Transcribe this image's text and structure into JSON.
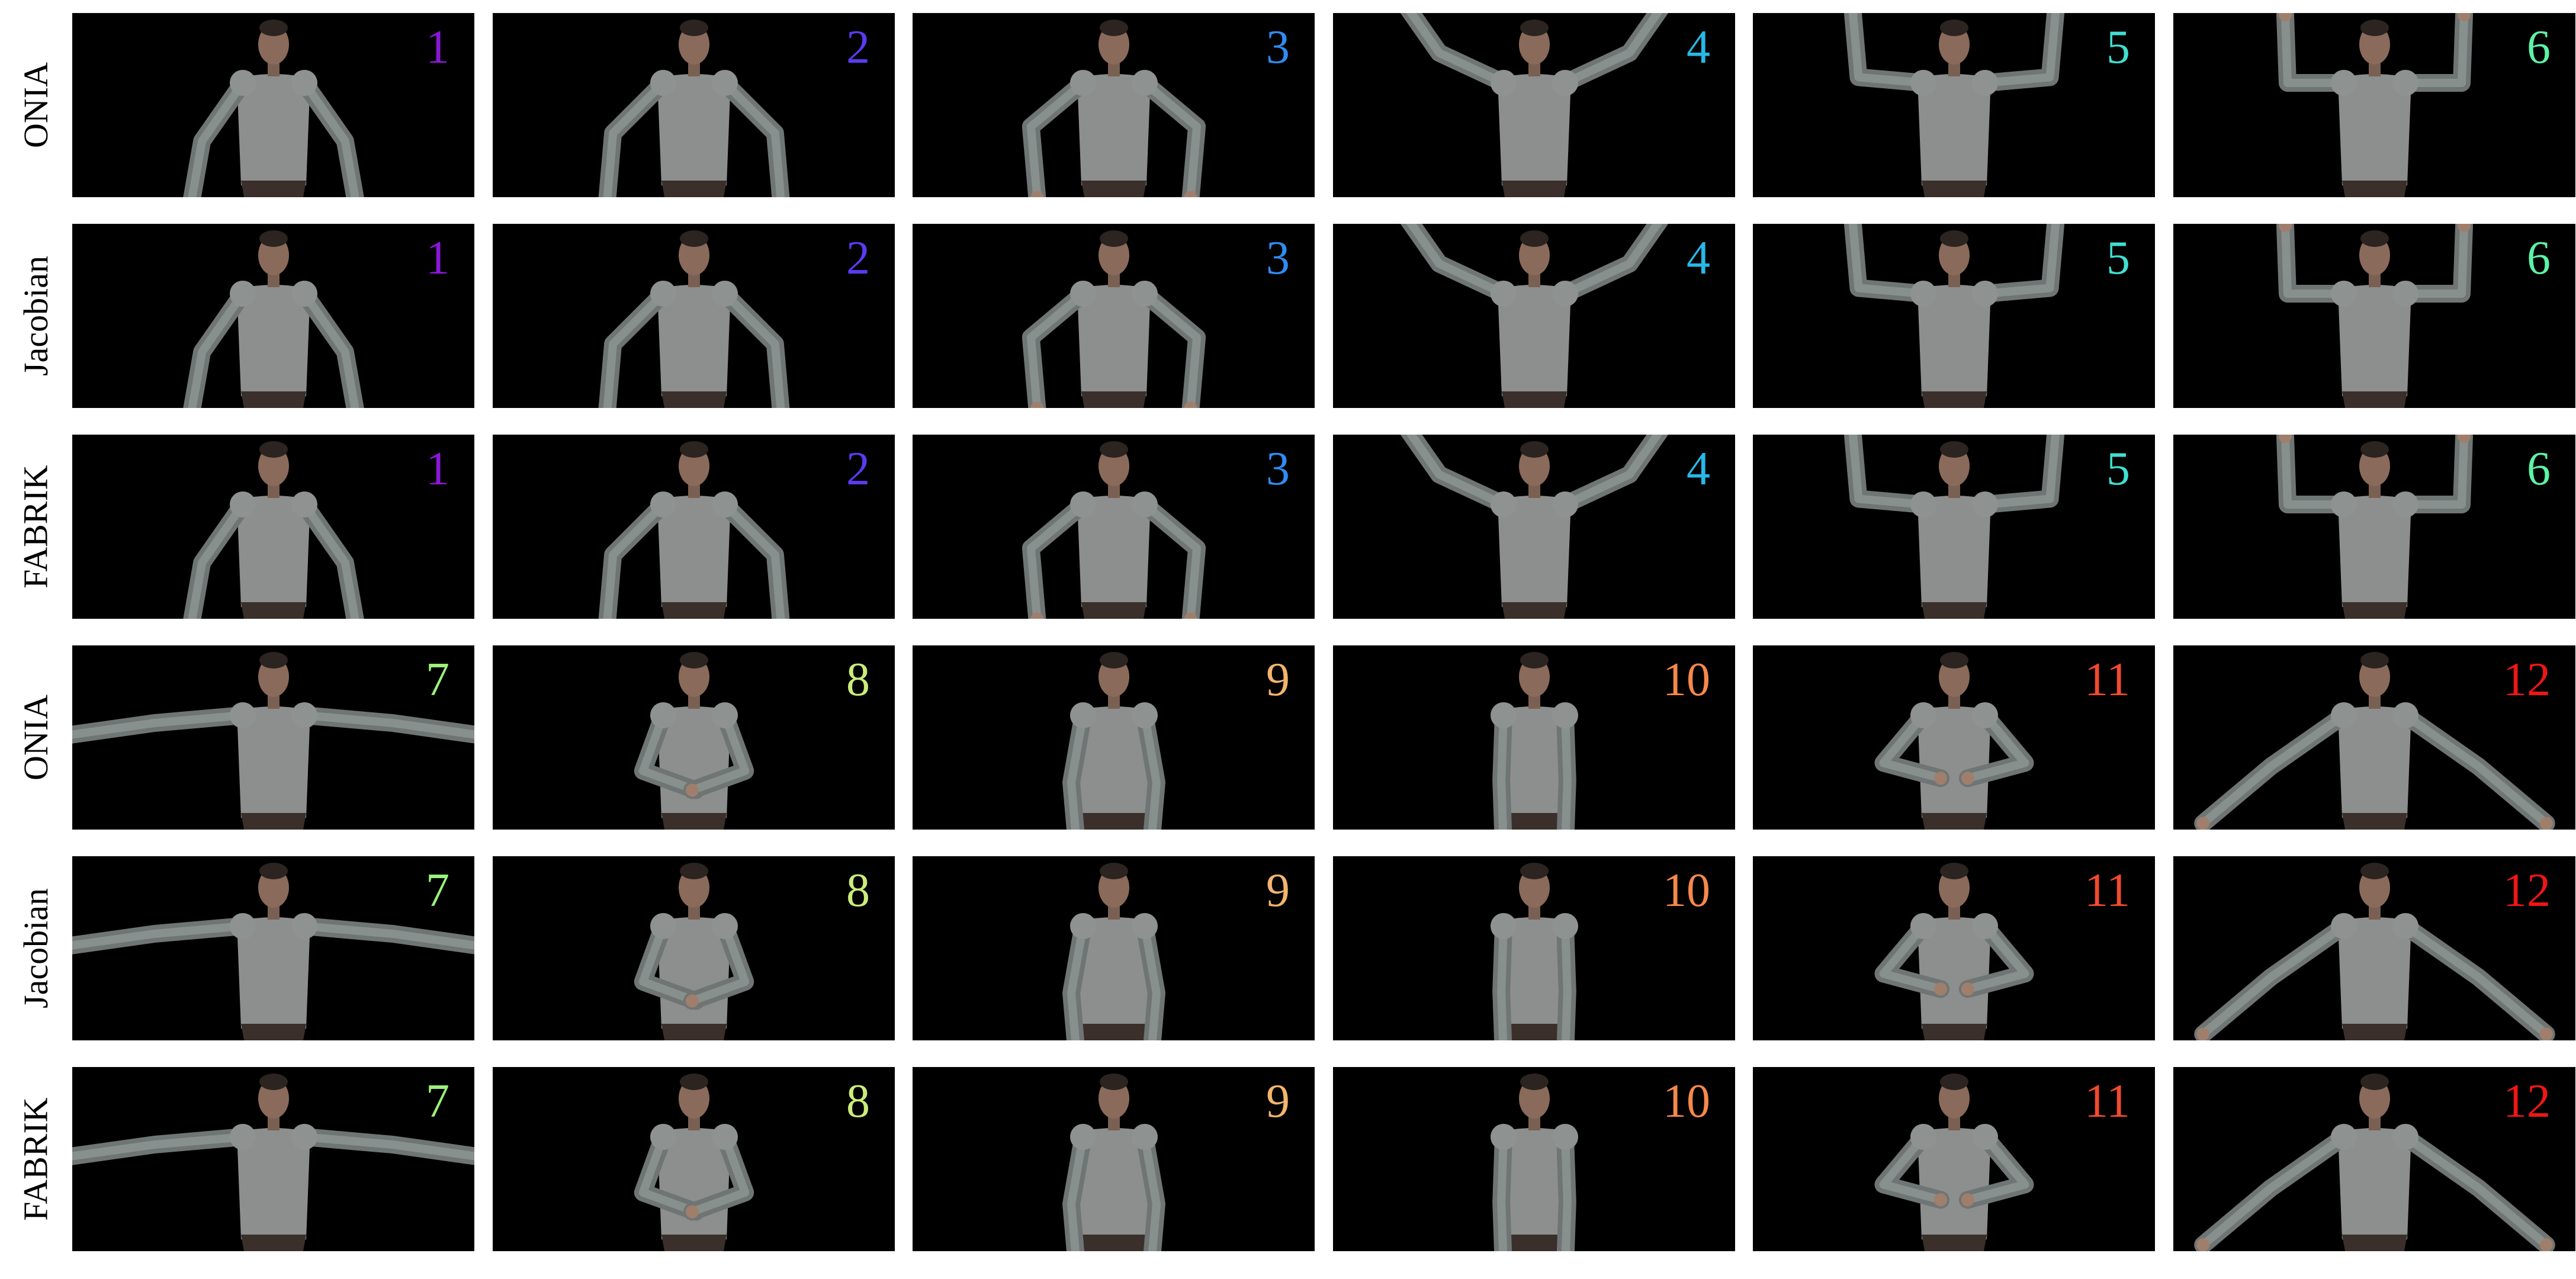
{
  "figure": {
    "row_labels": [
      "ONIA",
      "Jacobian",
      "FABRIK",
      "ONIA",
      "Jacobian",
      "FABRIK"
    ],
    "frame_numbers_group1": [
      "1",
      "2",
      "3",
      "4",
      "5",
      "6"
    ],
    "frame_numbers_group2": [
      "7",
      "8",
      "9",
      "10",
      "11",
      "12"
    ],
    "number_colors": {
      "1": "#8a17d6",
      "2": "#5b3af0",
      "3": "#2f8cf2",
      "4": "#27b8e8",
      "5": "#3fe0d2",
      "6": "#5ef2a6",
      "7": "#9af27a",
      "8": "#cbec7c",
      "9": "#f3b46d",
      "10": "#f6884b",
      "11": "#f24a2e",
      "12": "#ef1616"
    },
    "frame_background": "#000000",
    "page_background": "#ffffff"
  }
}
